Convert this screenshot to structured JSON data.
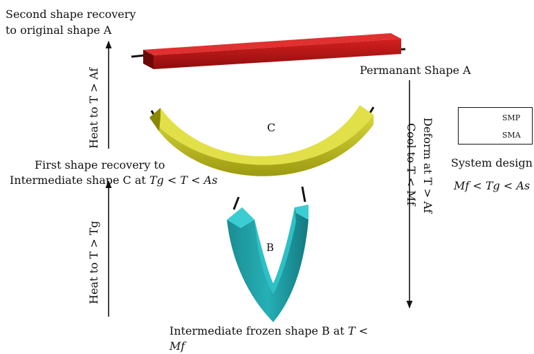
{
  "labels": {
    "second_recovery_line1": "Second shape recovery",
    "second_recovery_line2": "to original shape A",
    "permanent_shape": "Permanant Shape A",
    "label_c": "C",
    "label_b": "B",
    "first_recovery_line1": "First shape recovery to",
    "first_recovery_line2_prefix": "Intermediate shape C at",
    "first_recovery_line2_math": "Tg < T < As",
    "frozen_line1_prefix": "Intermediate frozen shape B at",
    "frozen_line1_math": "T <",
    "frozen_line2_math": "Mf",
    "system_design": "System design",
    "system_condition": "Mf < Tg < As"
  },
  "arrows": {
    "heat_af": "Heat to T > Af",
    "heat_tg": "Heat to T > Tg",
    "deform": "Deform at T > Af",
    "cool": "Cool to T < Mf"
  },
  "legend": {
    "smp": "SMP",
    "sma": "SMA"
  },
  "colors": {
    "shape_a_red": "#c41616",
    "shape_c_olive": "#c4c21a",
    "shape_b_teal": "#1e9aa0",
    "smp_swatch": "#c8c8c8"
  }
}
